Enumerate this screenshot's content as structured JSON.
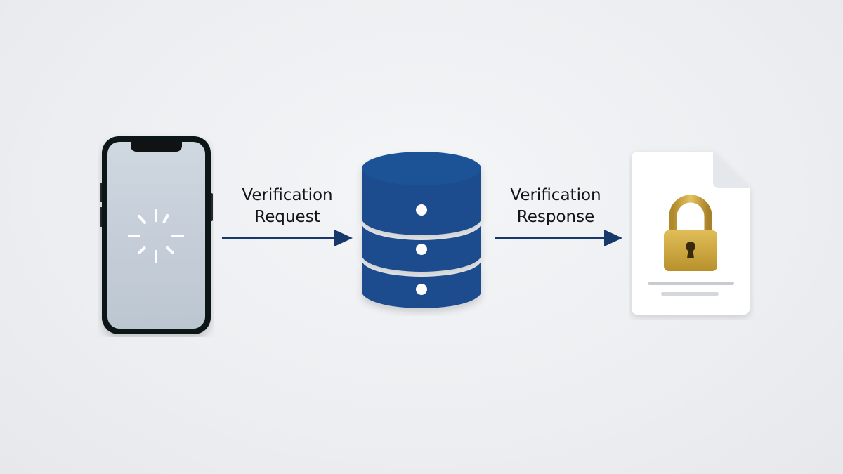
{
  "diagram": {
    "nodes": {
      "client": {
        "icon": "smartphone-loading-icon"
      },
      "server": {
        "icon": "database-icon"
      },
      "result": {
        "icon": "locked-document-icon"
      }
    },
    "edges": {
      "request": {
        "line1": "Verification",
        "line2": "Request"
      },
      "response": {
        "line1": "Verification",
        "line2": "Response"
      }
    }
  },
  "colors": {
    "arrow": "#17386b",
    "database": "#1a4c8e",
    "lock": "#c9a23a",
    "phone_frame": "#111214",
    "phone_screen": "#c9d2dc"
  }
}
